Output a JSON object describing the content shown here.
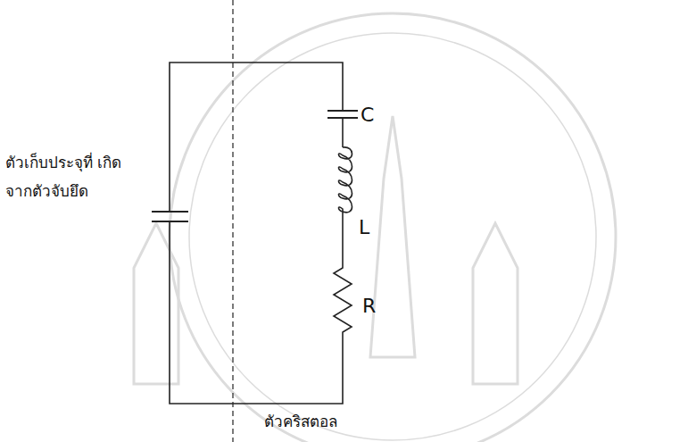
{
  "diagram": {
    "labels": [
      "C",
      "L",
      "R",
      "ตัวเก็บประจุที่ เกิดจากตัวจับยึด",
      "ตัวคริสตอล"
    ]
  }
}
